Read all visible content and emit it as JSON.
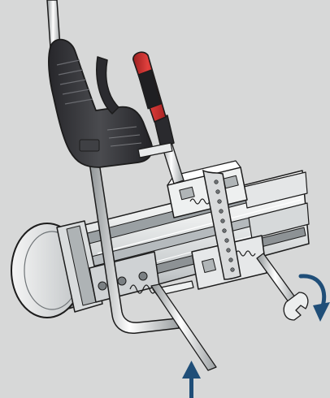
{
  "illustration": {
    "background_color": "#d7d8d8",
    "metal_light": "#f2f2f2",
    "metal_mid": "#c9cccd",
    "metal_dark": "#8f9496",
    "outline": "#1c1c1c",
    "handle_dark": "#2f2f33",
    "handle_light": "#5c5d61",
    "screwdriver_red": "#c72b2a",
    "screwdriver_black": "#1f1f22",
    "arrow_color": "#1f4e78",
    "icons": [
      "up-arrow-icon",
      "rotation-arrow-icon"
    ],
    "components": [
      "pipe-section",
      "support-clamp",
      "mounting-strap",
      "socket-wrench-handle",
      "screwdriver",
      "hex-key",
      "open-end-wrench"
    ]
  }
}
